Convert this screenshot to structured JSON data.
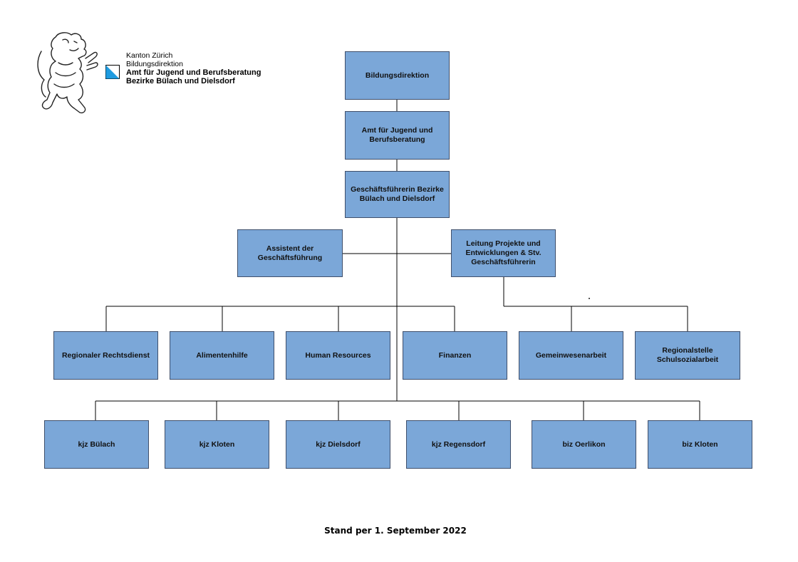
{
  "header": {
    "canton": "Kanton Zürich",
    "department": "Bildungsdirektion",
    "office": "Amt für Jugend und Berufsberatung",
    "districts": "Bezirke Bülach und Dielsdorf"
  },
  "org": {
    "level1": "Bildungsdirektion",
    "level2": "Amt für Jugend und\nBerufsberatung",
    "level3": "Geschäftsführerin Bezirke\nBülach und Dielsdorf",
    "assistant": "Assistent der\nGeschäftsführung",
    "deputy": "Leitung Projekte und\nEntwicklungen & Stv.\nGeschäftsführerin",
    "row1": [
      "Regionaler Rechtsdienst",
      "Alimentenhilfe",
      "Human Resources",
      "Finanzen",
      "Gemeinwesenarbeit",
      "Regionalstelle\nSchulsozialarbeit"
    ],
    "row2": [
      "kjz Bülach",
      "kjz Kloten",
      "kjz Dielsdorf",
      "kjz Regensdorf",
      "biz Oerlikon",
      "biz Kloten"
    ]
  },
  "footer": "Stand per 1. September 2022",
  "colors": {
    "box_fill": "#7ba7d8",
    "box_border": "#3f4f6b",
    "flag_blue": "#1e9be0"
  }
}
